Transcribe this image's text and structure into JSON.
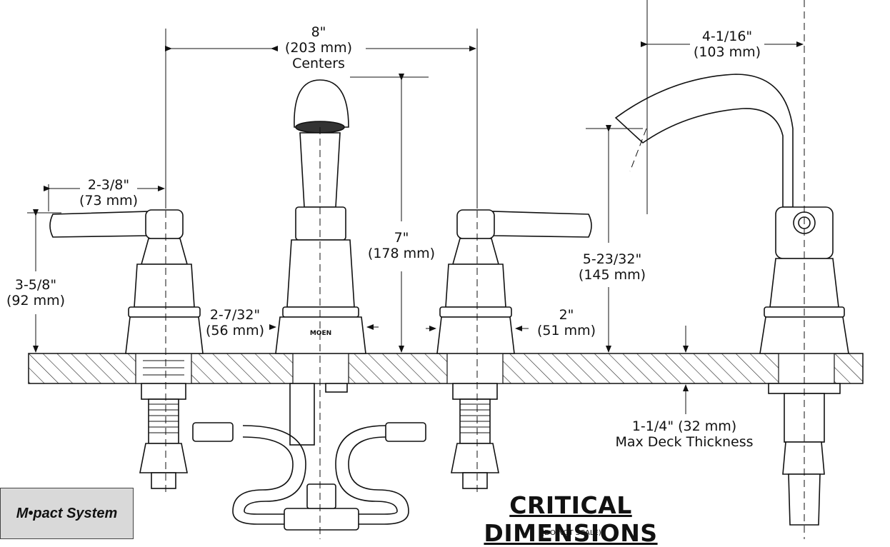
{
  "dimensions": {
    "centers": {
      "imperial": "8\"",
      "metric": "(203 mm)",
      "note": "Centers"
    },
    "spout_reach": {
      "imperial": "4-1/16\"",
      "metric": "(103 mm)"
    },
    "handle_reach": {
      "imperial": "2-3/8\"",
      "metric": "(73 mm)"
    },
    "spout_height": {
      "imperial": "7\"",
      "metric": "(178 mm)"
    },
    "handle_height": {
      "imperial": "3-5/8\"",
      "metric": "(92 mm)"
    },
    "aerator_height": {
      "imperial": "5-23/32\"",
      "metric": "(145 mm)"
    },
    "base_diameter_spout": {
      "imperial": "2-7/32\"",
      "metric": "(56 mm)"
    },
    "base_diameter_handle": {
      "imperial": "2\"",
      "metric": "(51 mm)"
    },
    "deck_thickness": {
      "line1": "1-1/4\" (32 mm)",
      "line2": "Max Deck Thickness"
    }
  },
  "system_badge": "M•pact System",
  "brand_mark": "MOEN",
  "title": "CRITICAL DIMENSIONS",
  "scale_note": "(DO NOT SCALE)",
  "colors": {
    "line": "#111111",
    "hatch": "#222222",
    "badge_bg": "#d9d9d9"
  }
}
